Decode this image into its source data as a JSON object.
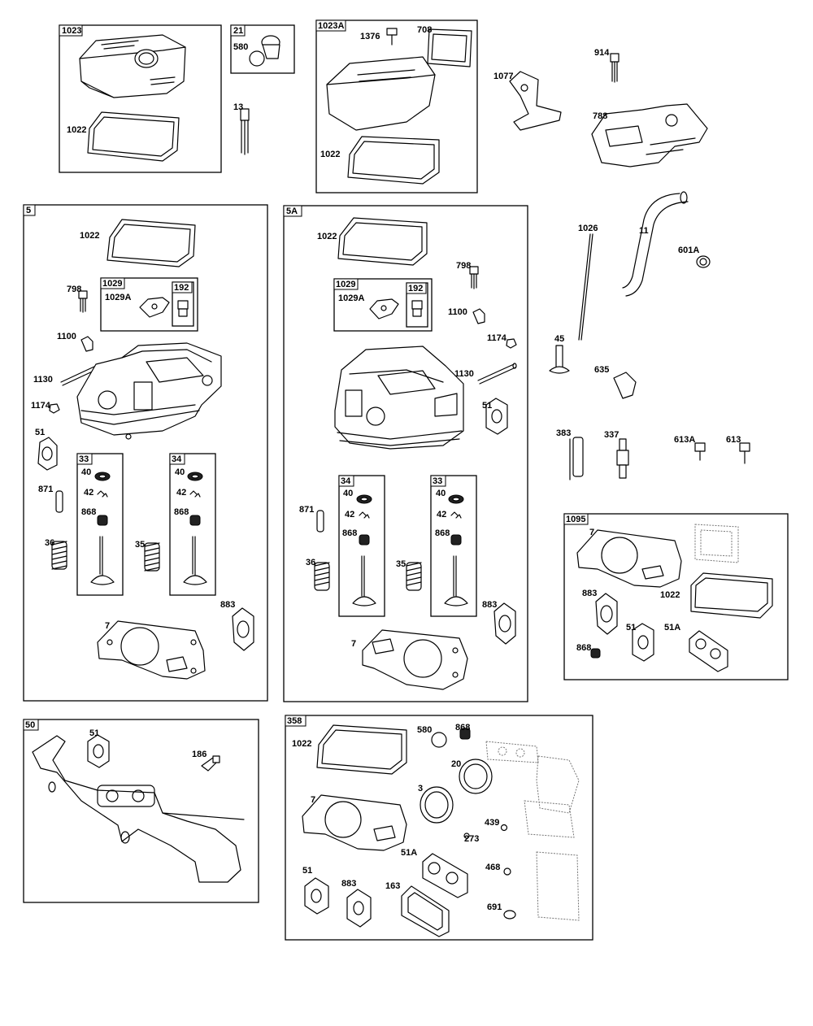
{
  "groups": [
    {
      "id": "1023",
      "label": "1023"
    },
    {
      "id": "21",
      "label": "21"
    },
    {
      "id": "1023A",
      "label": "1023A"
    },
    {
      "id": "5",
      "label": "5"
    },
    {
      "id": "5A",
      "label": "5A"
    },
    {
      "id": "1029",
      "label": "1029"
    },
    {
      "id": "192",
      "label": "192"
    },
    {
      "id": "1029-5A",
      "label": "1029"
    },
    {
      "id": "192-5A",
      "label": "192"
    },
    {
      "id": "33",
      "label": "33"
    },
    {
      "id": "34",
      "label": "34"
    },
    {
      "id": "34-5A",
      "label": "34"
    },
    {
      "id": "33-5A",
      "label": "33"
    },
    {
      "id": "1095",
      "label": "1095"
    },
    {
      "id": "50",
      "label": "50"
    },
    {
      "id": "358",
      "label": "358"
    }
  ],
  "callouts": [
    "1022",
    "580",
    "13",
    "1376",
    "708",
    "1022",
    "1077",
    "914",
    "788",
    "1022",
    "798",
    "1029A",
    "1100",
    "1130",
    "1174",
    "51",
    "40",
    "42",
    "868",
    "40",
    "42",
    "868",
    "871",
    "36",
    "35",
    "883",
    "7",
    "1022",
    "798",
    "1029A",
    "1100",
    "1174",
    "1130",
    "51",
    "40",
    "42",
    "868",
    "40",
    "42",
    "868",
    "871",
    "36",
    "35",
    "883",
    "7",
    "1026",
    "11",
    "601A",
    "45",
    "635",
    "383",
    "337",
    "613A",
    "613",
    "7",
    "1022",
    "883",
    "51",
    "51A",
    "868",
    "51",
    "186",
    "1022",
    "580",
    "868",
    "20",
    "3",
    "7",
    "439",
    "273",
    "51A",
    "468",
    "51",
    "883",
    "163",
    "691"
  ]
}
